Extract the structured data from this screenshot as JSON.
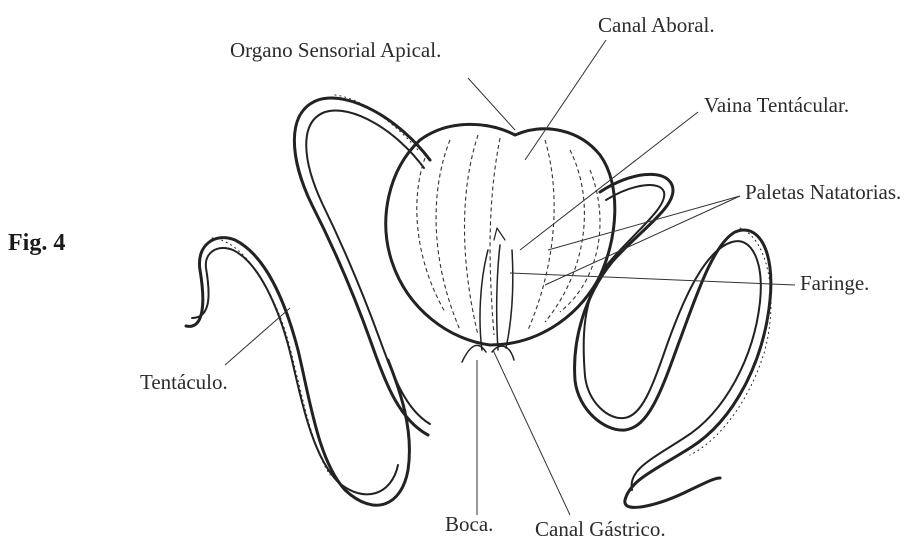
{
  "figure_label": "Fig. 4",
  "labels": {
    "organo": "Organo Sensorial Apical.",
    "canal_aboral": "Canal Aboral.",
    "vaina": "Vaina Tentácular.",
    "paletas": "Paletas Natatorias.",
    "faringe": "Faringe.",
    "tentaculo": "Tentáculo.",
    "boca": "Boca.",
    "canal_gastrico": "Canal Gástrico."
  }
}
